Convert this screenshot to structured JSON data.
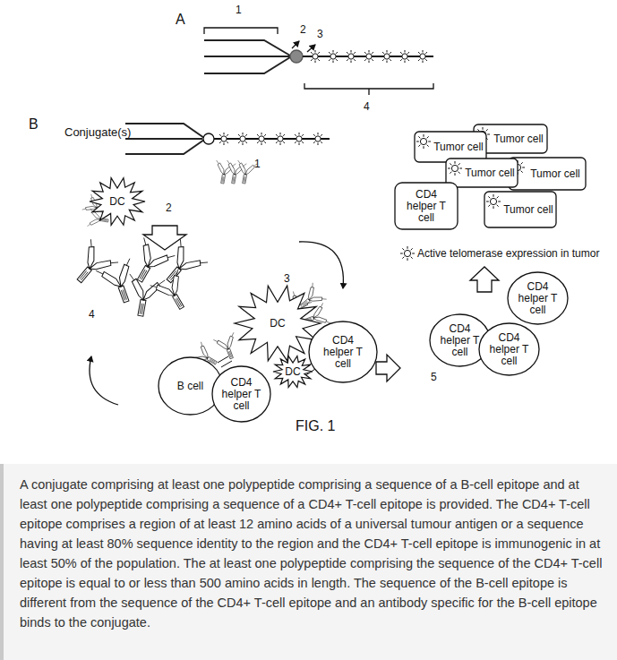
{
  "diagram": {
    "caption": "A conjugate comprising at least one polypeptide comprising a sequence of a B-cell epitope and at least one polypeptide comprising a sequence of a CD4+ T-cell epitope is provided. The CD4+ T-cell epitope comprises a region of at least 12 amino acids of a universal tumour antigen or a sequence having at least 80% sequence identity to the region and the CD4+ T-cell epitope is immunogenic in at least 50% of the population. The at least one polypeptide comprising the sequence of the CD4+ T-cell epitope is equal to or less than 500 amino acids in length. The sequence of the B-cell epitope is different from the sequence of the CD4+ T-cell epitope and an antibody specific for the B-cell epitope binds to the conjugate.",
    "nodes": [
      {
        "text": [
          "Tumor cell"
        ]
      },
      {
        "text": [
          "Tumor cell"
        ]
      },
      {
        "text": [
          "Tumor cell"
        ]
      },
      {
        "text": [
          "Tumor cell"
        ]
      },
      {
        "text": [
          "DC"
        ]
      },
      {
        "text": [
          "CD4 helper T cell"
        ]
      },
      {
        "text": [
          "Tumor cell"
        ]
      },
      {
        "text": [
          "CD4 helper T cell"
        ]
      },
      {
        "text": [
          "DC"
        ]
      },
      {
        "text": [
          "CD4 helper T cell"
        ]
      },
      {
        "text": [
          "DC"
        ]
      },
      {
        "text": [
          "CD4 helper T cell"
        ]
      },
      {
        "text": [
          "CD4 helper T cell"
        ]
      },
      {
        "text": [
          "B cell"
        ]
      },
      {
        "text": [
          "CD4 helper T cell"
        ]
      }
    ],
    "labels": [
      "A",
      "1",
      "2",
      "3",
      "4",
      "B",
      "Conjugate(s)",
      "1",
      "2",
      "3",
      "4",
      "5",
      "FIG. 1"
    ],
    "legend": [
      {
        "text": "Active telomerase expression in tumor"
      }
    ]
  }
}
